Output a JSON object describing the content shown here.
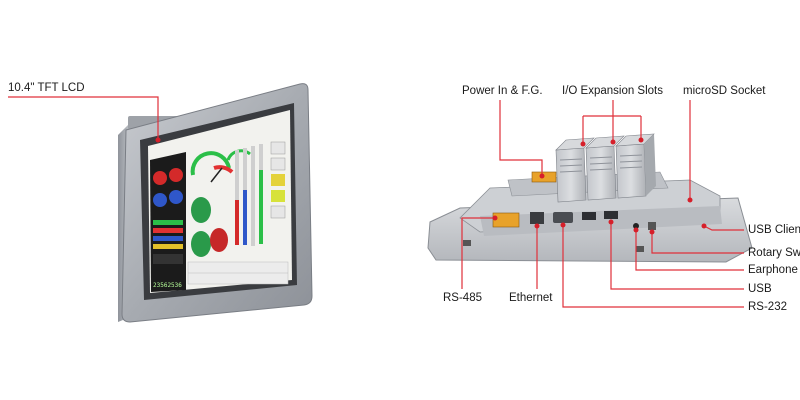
{
  "labels": {
    "tft_lcd": "10.4\" TFT LCD",
    "power_in": "Power In & F.G.",
    "io_slots": "I/O Expansion Slots",
    "microsd": "microSD Socket",
    "usb_client": "USB Client",
    "rotary_switch": "Rotary Sw",
    "earphone": "Earphone",
    "usb": "USB",
    "rs232": "RS-232",
    "rs485": "RS-485",
    "ethernet": "Ethernet"
  },
  "screen_text": {
    "digital_readout": "23562536"
  },
  "colors": {
    "callout_line": "#e0303a",
    "callout_dot": "#d61f2a",
    "chassis": "#a9adb3",
    "chassis_dark": "#7f848b",
    "screen_bezel": "#2b2d31",
    "power_connector": "#e8a22a"
  }
}
